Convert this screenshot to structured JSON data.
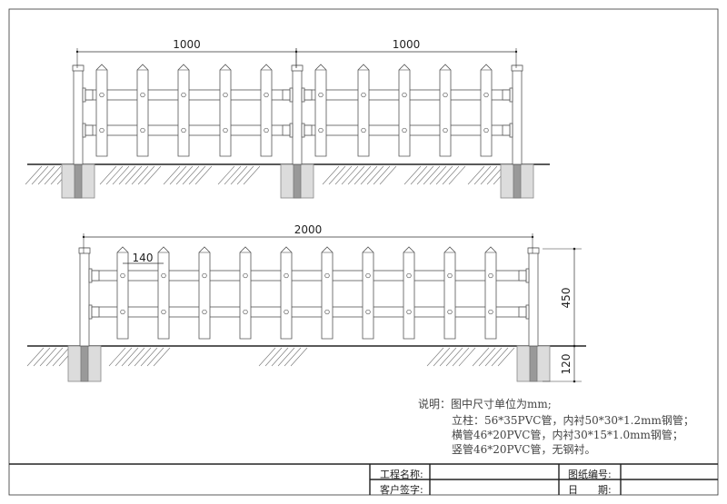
{
  "dimensions": {
    "top_span_left": "1000",
    "top_span_right": "1000",
    "bottom_span": "2000",
    "picket_spacing": "140",
    "fence_height": "450",
    "foundation_depth": "120"
  },
  "notes": {
    "title": "说明：图中尺寸单位为mm;",
    "line1": "立柱：56*35PVC管，内衬50*30*1.2mm钢管；",
    "line2": "横管46*20PVC管，内衬30*15*1.0mm钢管；",
    "line3": "竖管46*20PVC管，无钢衬。"
  },
  "title_block": {
    "project_name_label": "工程名称:",
    "client_sign_label": "客户签字:",
    "drawing_no_label": "图纸编号:",
    "date_label": "日　　期:"
  },
  "colors": {
    "line": "#555555",
    "foundation": "#dcdcdc",
    "steel": "#999999"
  }
}
